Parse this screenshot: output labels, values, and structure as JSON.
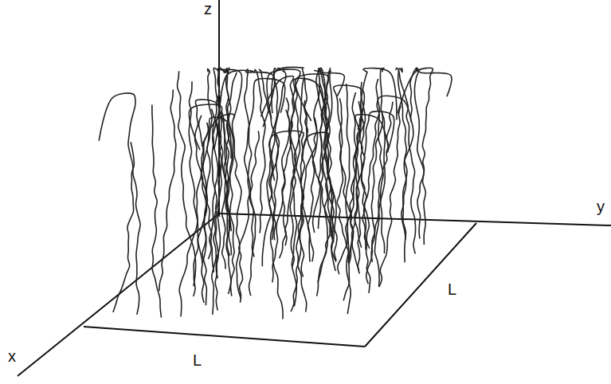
{
  "diagram": {
    "labels": [
      "z",
      "y",
      "x",
      "L",
      "L"
    ]
  }
}
